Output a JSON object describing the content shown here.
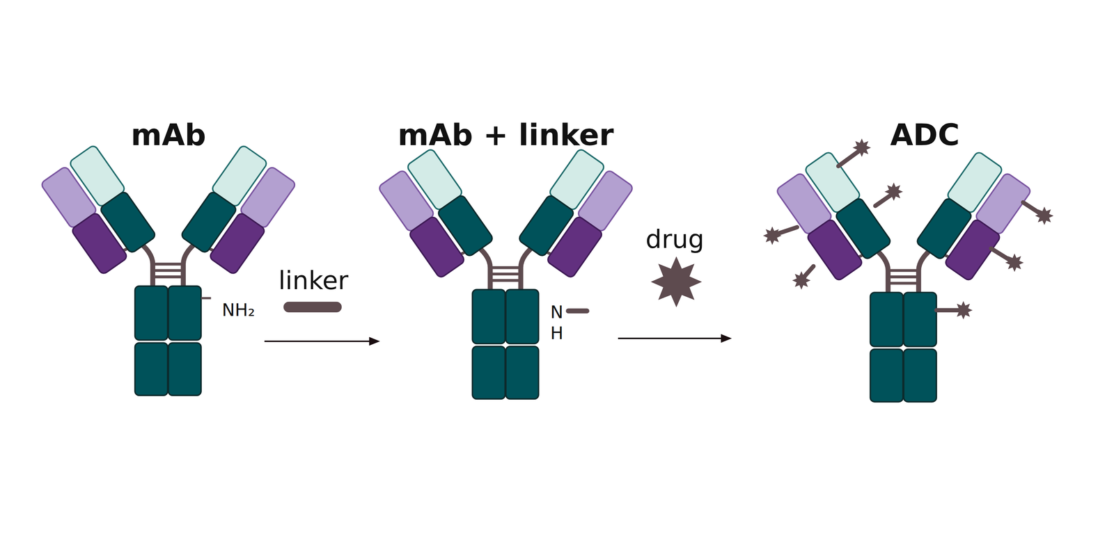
{
  "diagram": {
    "nodes": [
      {
        "text": [
          "mAb"
        ]
      },
      {
        "text": [
          "mAb + linker"
        ]
      },
      {
        "text": [
          "ADC"
        ]
      }
    ],
    "edges": [
      {
        "from": 0,
        "to": 1,
        "arrow": "to",
        "label": "linker"
      },
      {
        "from": 1,
        "to": 2,
        "arrow": "to",
        "label": "drug"
      }
    ],
    "labels": [
      "NH₂",
      "N",
      "H"
    ]
  }
}
